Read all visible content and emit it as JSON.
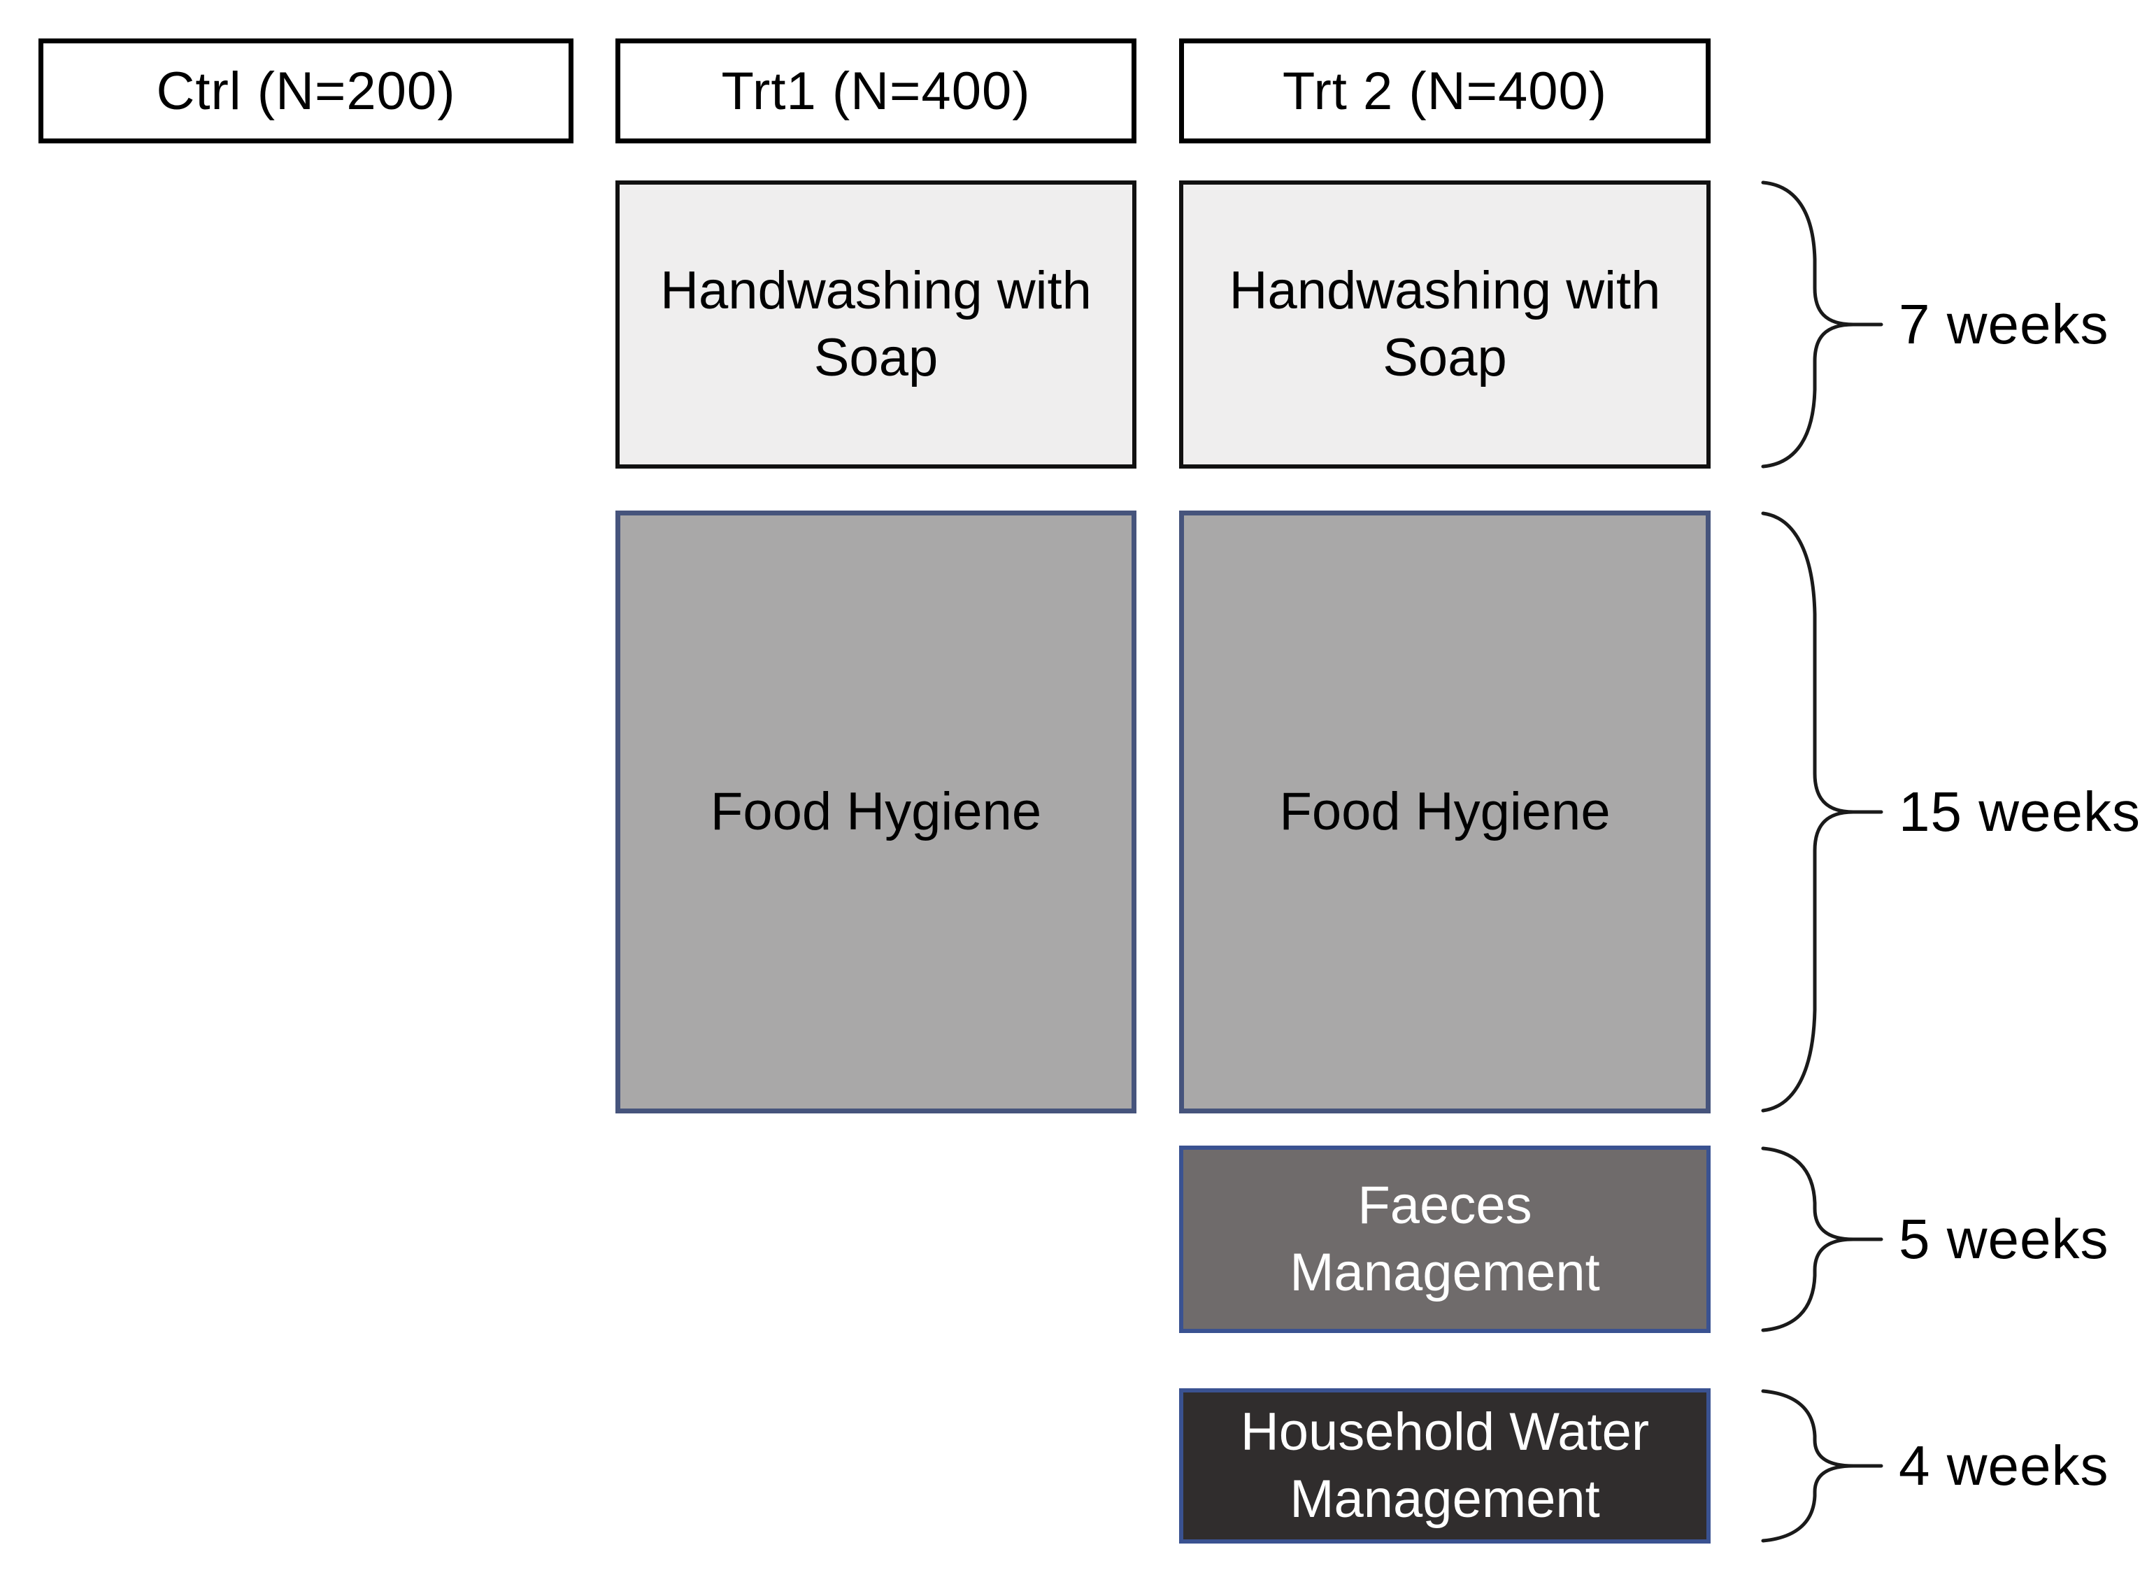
{
  "figure": {
    "background": "#ffffff",
    "brace_color": "#1a1a1a"
  },
  "arms": [
    {
      "id": "ctrl",
      "header": "Ctrl (N=200)"
    },
    {
      "id": "trt1",
      "header": "Trt1 (N=400)"
    },
    {
      "id": "trt2",
      "header": "Trt 2 (N=400)"
    }
  ],
  "interventions": [
    {
      "id": "handwashing-with-soap",
      "label": "Handwashing with\nSoap",
      "arms": [
        "trt1",
        "trt2"
      ],
      "duration": "7 weeks",
      "fill": "#efeeee",
      "border": "#111111",
      "text_color": "#000000"
    },
    {
      "id": "food-hygiene",
      "label": "Food Hygiene",
      "arms": [
        "trt1",
        "trt2"
      ],
      "duration": "15 weeks",
      "fill": "#a9a8a8",
      "border": "#46547c",
      "text_color": "#000000"
    },
    {
      "id": "faeces-management",
      "label": "Faeces\nManagement",
      "arms": [
        "trt2"
      ],
      "duration": "5 weeks",
      "fill": "#6f6b6b",
      "border": "#3a5291",
      "text_color": "#ffffff"
    },
    {
      "id": "household-water-management",
      "label": "Household Water\nManagement",
      "arms": [
        "trt2"
      ],
      "duration": "4 weeks",
      "fill": "#302d2d",
      "border": "#3a5291",
      "text_color": "#ffffff"
    }
  ]
}
